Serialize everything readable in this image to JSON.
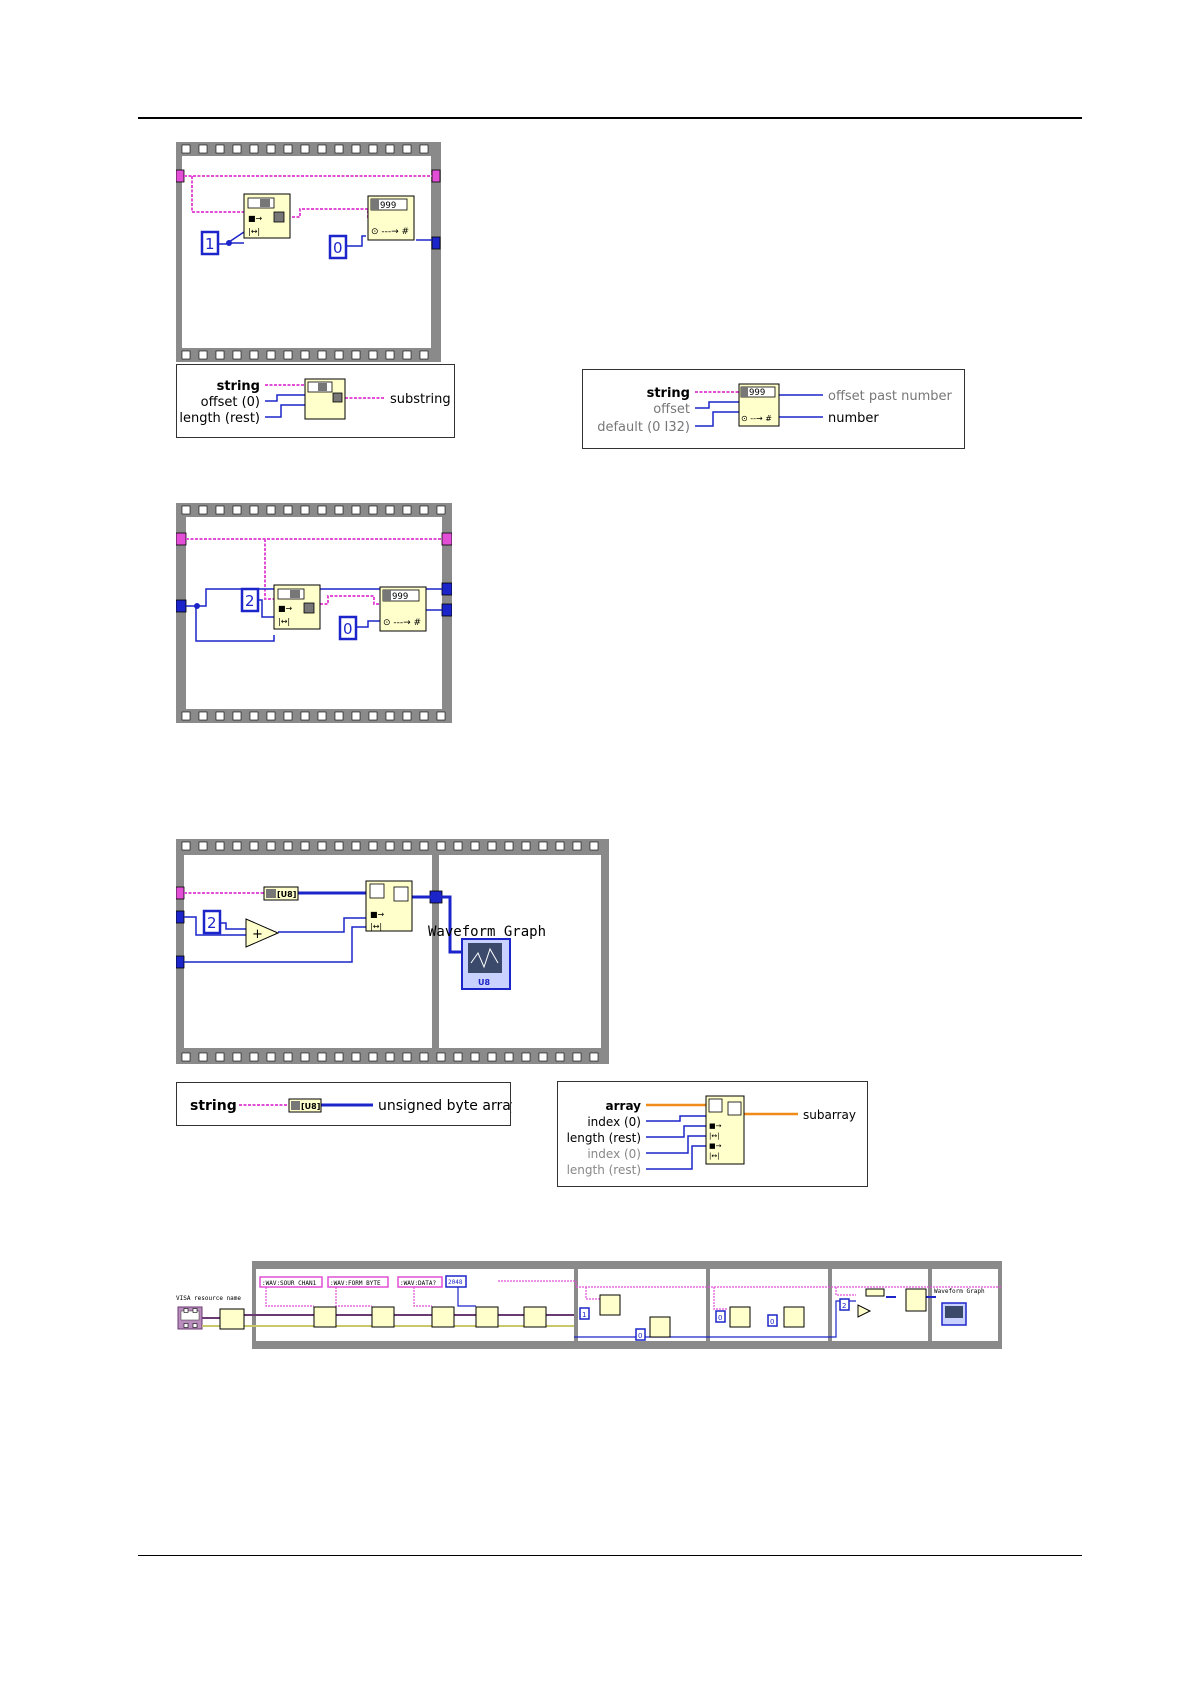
{
  "colors": {
    "frame": "#8a8a8a",
    "frame_hole": "#ffffff",
    "string_wire": "#e24fd6",
    "numeric_wire": "#1c25c9",
    "array_wire": "#f08a18",
    "error_wire": "#c8c86a",
    "node_fill": "#ffffcc",
    "node_stroke": "#000000"
  },
  "string_subset": {
    "const_length": "1",
    "const_default": "0",
    "terminals": {
      "string": "string",
      "offset": "offset (0)",
      "length": "length (rest)",
      "output": "substring"
    }
  },
  "scan_number": {
    "icon_text": "999",
    "terminals": {
      "string": "string",
      "offset": "offset",
      "default": "default (0 I32)",
      "offset_past": "offset past number",
      "number": "number"
    }
  },
  "frame2": {
    "const_length": "2",
    "const_default": "0"
  },
  "frame3": {
    "const_two": "2",
    "graph_label": "Waveform Graph",
    "graph_badge": "U8",
    "convert_badge": "[U8]"
  },
  "string_to_byte": {
    "input": "string",
    "output": "unsigned byte array",
    "icon": "[U8]"
  },
  "array_subset": {
    "terminals": {
      "array": "array",
      "index1": "index (0)",
      "length1": "length (rest)",
      "index2": "index (0)",
      "length2": "length (rest)",
      "output": "subarray"
    }
  },
  "overview": {
    "visa_label": "VISA resource name",
    "cmd1": ":WAV:SOUR CHAN1",
    "cmd2": ":WAV:FORM BYTE",
    "cmd3": ":WAV:DATA?",
    "count": "2048",
    "const_a": "1",
    "const_b": "0",
    "const_c": "0",
    "const_d": "0",
    "const_e": "2",
    "graph_label": "Waveform Graph"
  }
}
